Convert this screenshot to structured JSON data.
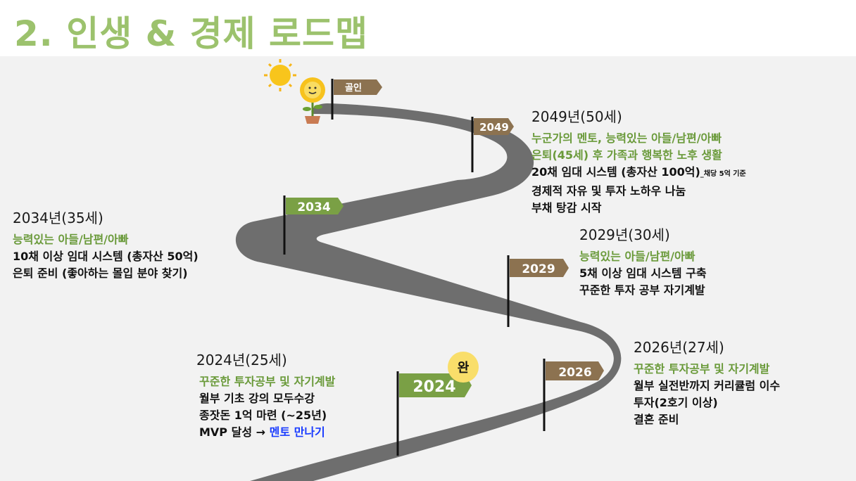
{
  "title": "2. 인생 & 경제 로드맵",
  "colors": {
    "title": "#9cc26d",
    "road": "#6e6e6e",
    "green_text": "#6a9a3a",
    "blue_text": "#1a3cff",
    "green_flag": "#7aa045",
    "brown_flag": "#8c7250"
  },
  "flags": {
    "goal": "골인",
    "y2049": "2049",
    "y2034": "2034",
    "y2029": "2029",
    "y2026": "2026",
    "y2024": "2024",
    "done_badge": "완"
  },
  "milestones": {
    "m2049": {
      "heading": "2049년(50세)",
      "line1": "누군가의 멘토, 능력있는 아들/남편/아빠",
      "line2": "은퇴(45세) 후 가족과 행복한 노후 생활",
      "line3": "20채 임대 시스템 (총자산 100억)",
      "line3_note": "_채당 5억 기준",
      "line4": "경제적 자유 및 투자 노하우 나눔",
      "line5": "부채 탕감 시작"
    },
    "m2034": {
      "heading": "2034년(35세)",
      "line1": "능력있는 아들/남편/아빠",
      "line2": "10채 이상 임대 시스템 (총자산 50억)",
      "line3": "은퇴 준비 (좋아하는 몰입 분야 찾기)"
    },
    "m2029": {
      "heading": "2029년(30세)",
      "line1": "능력있는 아들/남편/아빠",
      "line2": "5채 이상 임대 시스템 구축",
      "line3": "꾸준한 투자 공부 자기계발"
    },
    "m2026": {
      "heading": "2026년(27세)",
      "line1": "꾸준한 투자공부 및 자기계발",
      "line2": "월부 실전반까지 커리큘럼 이수",
      "line3": "투자(2호기 이상)",
      "line4": "결혼 준비"
    },
    "m2024": {
      "heading": "2024년(25세)",
      "line1": "꾸준한 투자공부 및 자기계발",
      "line2": "월부 기초 강의 모두수강",
      "line3": "종잣돈 1억 마련 (~25년)",
      "line4a": "MVP 달성 → ",
      "line4b": "멘토 만나기"
    }
  }
}
